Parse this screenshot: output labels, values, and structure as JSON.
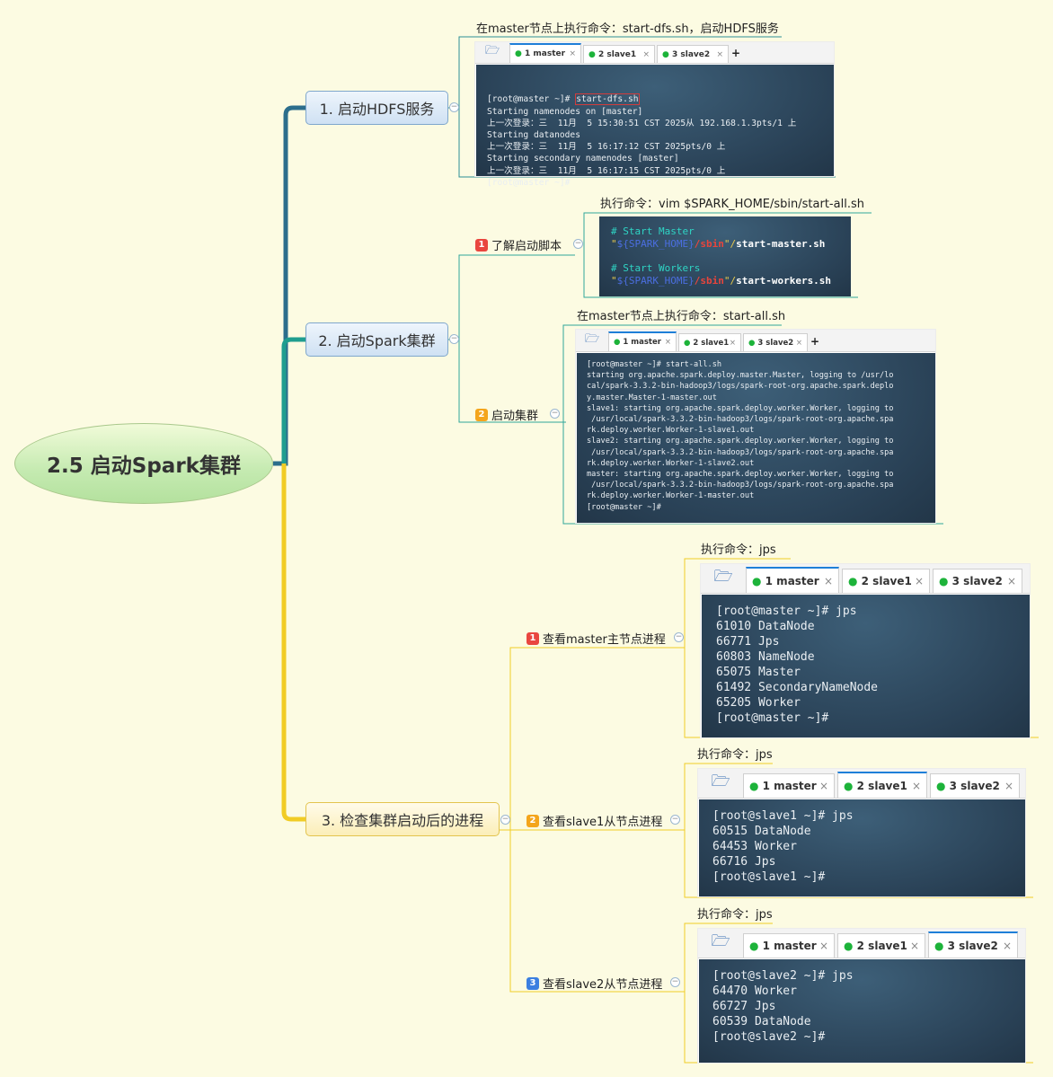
{
  "root": {
    "title": "2.5 启动Spark集群"
  },
  "branches": [
    {
      "label": "1. 启动HDFS服务",
      "caption": "在master节点上执行命令：start-dfs.sh，启动HDFS服务",
      "terminal": {
        "tabs": [
          {
            "label": "1 master",
            "active": true
          },
          {
            "label": "2 slave1",
            "active": false
          },
          {
            "label": "3 slave2",
            "active": false
          }
        ],
        "prompt": "[root@master ~]# ",
        "command": "start-dfs.sh",
        "lines": [
          "Starting namenodes on [master]",
          "上一次登录：三  11月  5 15:30:51 CST 2025从 192.168.1.3pts/1 上",
          "Starting datanodes",
          "上一次登录：三  11月  5 16:17:12 CST 2025pts/0 上",
          "Starting secondary namenodes [master]",
          "上一次登录：三  11月  5 16:17:15 CST 2025pts/0 上",
          "[root@master ~]#"
        ]
      }
    },
    {
      "label": "2. 启动Spark集群",
      "subs": [
        {
          "badge": "1",
          "label": "了解启动脚本",
          "caption": "执行命令：vim $SPARK_HOME/sbin/start-all.sh",
          "script": {
            "comment1": "# Start Master",
            "q": "\"",
            "var": "${SPARK_HOME}",
            "dir": "/sbin",
            "q2": "\"/",
            "cmd1": "start-master.sh",
            "comment2": "# Start Workers",
            "cmd2": "start-workers.sh"
          }
        },
        {
          "badge": "2",
          "label": "启动集群",
          "caption": "在master节点上执行命令：start-all.sh",
          "terminal": {
            "tabs": [
              {
                "label": "1 master",
                "active": true
              },
              {
                "label": "2 slave1",
                "active": false
              },
              {
                "label": "3 slave2",
                "active": false
              }
            ],
            "lines": [
              "[root@master ~]# start-all.sh",
              "starting org.apache.spark.deploy.master.Master, logging to /usr/lo",
              "cal/spark-3.3.2-bin-hadoop3/logs/spark-root-org.apache.spark.deplo",
              "y.master.Master-1-master.out",
              "slave1: starting org.apache.spark.deploy.worker.Worker, logging to",
              " /usr/local/spark-3.3.2-bin-hadoop3/logs/spark-root-org.apache.spa",
              "rk.deploy.worker.Worker-1-slave1.out",
              "slave2: starting org.apache.spark.deploy.worker.Worker, logging to",
              " /usr/local/spark-3.3.2-bin-hadoop3/logs/spark-root-org.apache.spa",
              "rk.deploy.worker.Worker-1-slave2.out",
              "master: starting org.apache.spark.deploy.worker.Worker, logging to",
              " /usr/local/spark-3.3.2-bin-hadoop3/logs/spark-root-org.apache.spa",
              "rk.deploy.worker.Worker-1-master.out",
              "[root@master ~]#"
            ]
          }
        }
      ]
    },
    {
      "label": "3. 检查集群启动后的进程",
      "subs": [
        {
          "badge": "1",
          "label": "查看master主节点进程",
          "caption": "执行命令：jps",
          "terminal": {
            "tabs": [
              {
                "label": "1 master",
                "active": true
              },
              {
                "label": "2 slave1",
                "active": false
              },
              {
                "label": "3 slave2",
                "active": false
              }
            ],
            "lines": [
              "[root@master ~]# jps",
              "61010 DataNode",
              "66771 Jps",
              "60803 NameNode",
              "65075 Master",
              "61492 SecondaryNameNode",
              "65205 Worker",
              "[root@master ~]#"
            ]
          }
        },
        {
          "badge": "2",
          "label": "查看slave1从节点进程",
          "caption": "执行命令：jps",
          "terminal": {
            "tabs": [
              {
                "label": "1 master",
                "active": false
              },
              {
                "label": "2 slave1",
                "active": true
              },
              {
                "label": "3 slave2",
                "active": false
              }
            ],
            "lines": [
              "[root@slave1 ~]# jps",
              "60515 DataNode",
              "64453 Worker",
              "66716 Jps",
              "[root@slave1 ~]#"
            ]
          }
        },
        {
          "badge": "3",
          "label": "查看slave2从节点进程",
          "caption": "执行命令：jps",
          "terminal": {
            "tabs": [
              {
                "label": "1 master",
                "active": false
              },
              {
                "label": "2 slave1",
                "active": false
              },
              {
                "label": "3 slave2",
                "active": true
              }
            ],
            "lines": [
              "[root@slave2 ~]# jps",
              "64470 Worker",
              "66727 Jps",
              "60539 DataNode",
              "[root@slave2 ~]#"
            ]
          }
        }
      ]
    }
  ],
  "icons": {
    "collapse": "⊖",
    "close": "×",
    "add": "+",
    "dot": "●"
  },
  "colors": {
    "background": "#fcfbe2",
    "branch_teal": "#1f8c86",
    "branch_blue": "#2c6e8c",
    "branch_yellow": "#f1cc25",
    "terminal_bg": "#2a4257",
    "active_tab": "#1e7fd8",
    "dot_green": "#1db33a"
  }
}
